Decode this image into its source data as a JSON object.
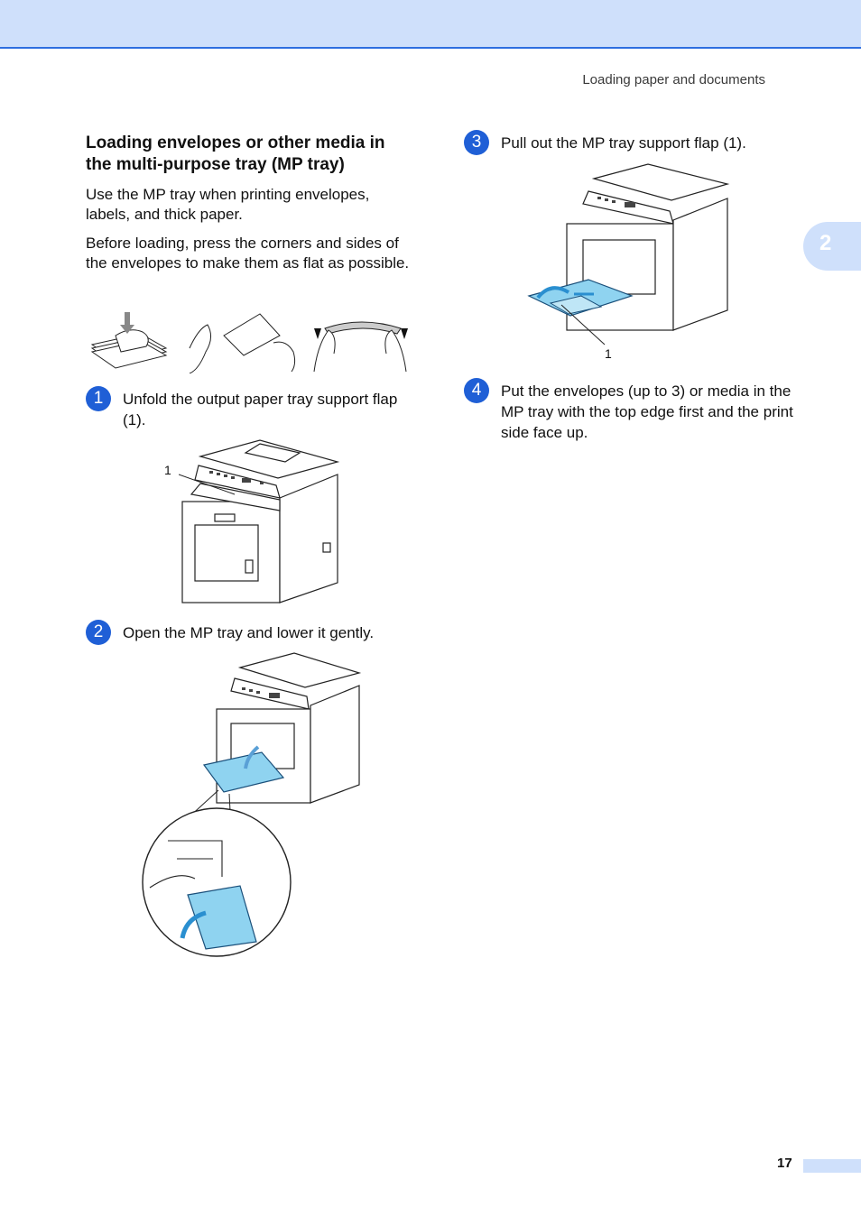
{
  "header": {
    "running_head": "Loading paper and documents",
    "chapter_number": "2"
  },
  "section": {
    "title": "Loading envelopes or other media in the multi-purpose tray (MP tray)",
    "paragraphs": [
      "Use the MP tray when printing envelopes, labels, and thick paper.",
      "Before loading, press the corners and sides of the envelopes to make them as flat as possible."
    ]
  },
  "steps": [
    {
      "number": "1",
      "text": "Unfold the output paper tray support flap (1).",
      "callout": "1"
    },
    {
      "number": "2",
      "text": "Open the MP tray and lower it gently."
    },
    {
      "number": "3",
      "text": "Pull out the MP tray support flap (1).",
      "callout": "1"
    },
    {
      "number": "4",
      "text": "Put the envelopes (up to 3) or media in the MP tray with the top edge first and the print side face up."
    }
  ],
  "footer": {
    "page_number": "17"
  },
  "colors": {
    "accent": "#1f5fd6",
    "band": "#cfe0fb",
    "rule": "#2f6fe0",
    "tray": "#8fd3f0"
  },
  "icons": [
    "step-circle-icon",
    "printer-illustration",
    "envelope-illustration",
    "hand-illustration",
    "arrow-icon"
  ]
}
